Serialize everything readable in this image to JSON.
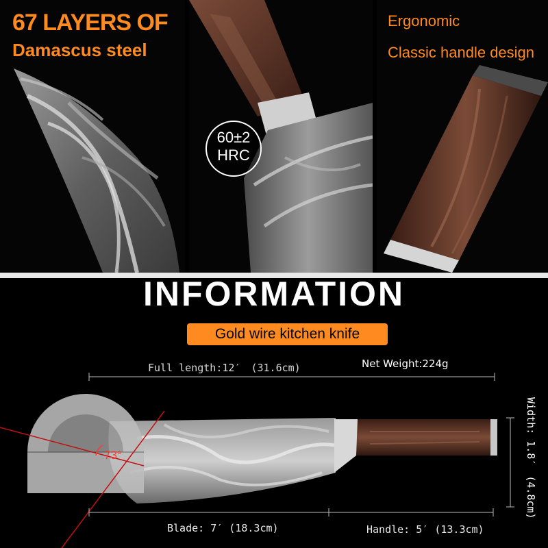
{
  "features": {
    "layers_line1": "67 LAYERS OF",
    "layers_line2": "Damascus steel",
    "hardness_line1": "60±2",
    "hardness_line2": "HRC",
    "handle_line1": "Ergonomic",
    "handle_line2": "Classic handle design"
  },
  "info": {
    "title": "INFORMATION",
    "product_name": "Gold wire kitchen knife",
    "full_length": "Full length:12′　(31.6cm)",
    "net_weight": "Net Weight:224g",
    "width": "Width: 1.8′　(4.8cm)",
    "blade": "Blade: 7′ (18.3cm)",
    "handle": "Handle: 5′ (13.3cm)",
    "angle": "73°"
  },
  "colors": {
    "accent": "#ff8a1f",
    "background": "#000000",
    "steel_light": "#c8c8c8",
    "steel_dark": "#6a6a6a",
    "wood": "#5a2f22",
    "angle_line": "#c01010"
  },
  "icons": {
    "protractor": "protractor-icon",
    "angle": "angle-arc-icon"
  }
}
